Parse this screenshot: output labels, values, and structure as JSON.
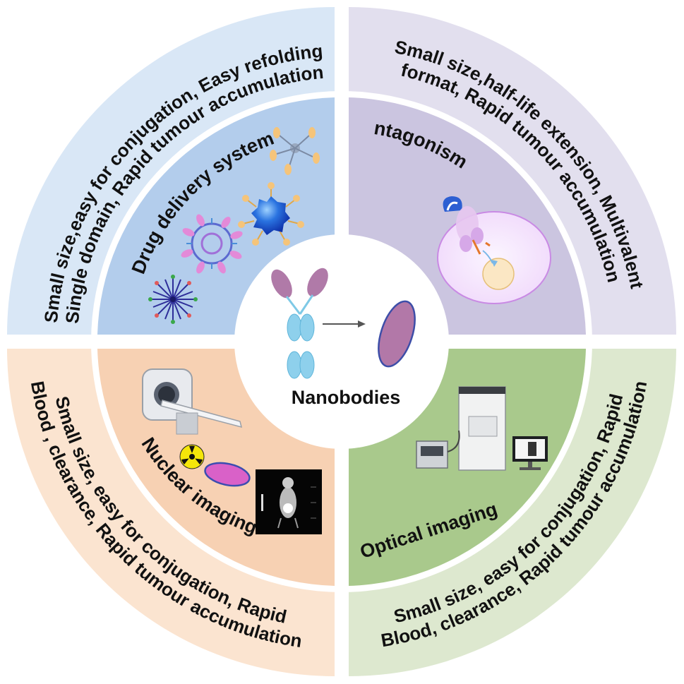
{
  "center": {
    "label": "Nanobodies"
  },
  "quadrants": [
    {
      "id": "top-left",
      "inner_label": "Drug delivery system",
      "outer_lines": [
        "Small size,easy for conjugation,  Easy refolding",
        "Single domain,  Rapid tumour accumulation"
      ],
      "colors": {
        "outer": "#d9e7f6",
        "inner": "#b3cdec"
      }
    },
    {
      "id": "top-right",
      "inner_label": "Antagonism",
      "outer_lines": [
        "Small size,half-life extension, Multivalent",
        "format, Rapid tumour accumulation"
      ],
      "colors": {
        "outer": "#e2dfee",
        "inner": "#cbc5e0"
      }
    },
    {
      "id": "bottom-left",
      "inner_label": "Nuclear imaging",
      "outer_lines": [
        "Small size, easy for conjugation,  Rapid",
        "Blood , clearance,  Rapid tumour accumulation"
      ],
      "colors": {
        "outer": "#fbe4d0",
        "inner": "#f7d1b3"
      }
    },
    {
      "id": "bottom-right",
      "inner_label": "Optical imaging",
      "outer_lines": [
        "Small size, easy for conjugation,  Rapid",
        "Blood, clearance,  Rapid tumour accumulation"
      ],
      "colors": {
        "outer": "#dde8cf",
        "inner": "#a9c98c"
      }
    }
  ],
  "icons": [
    "antibody-icon",
    "nanobody-icon",
    "nanoparticle-icon",
    "liposome-icon",
    "radioactive-icon",
    "ct-scanner-icon",
    "pet-image-icon",
    "optical-imager-icon",
    "cell-icon"
  ]
}
